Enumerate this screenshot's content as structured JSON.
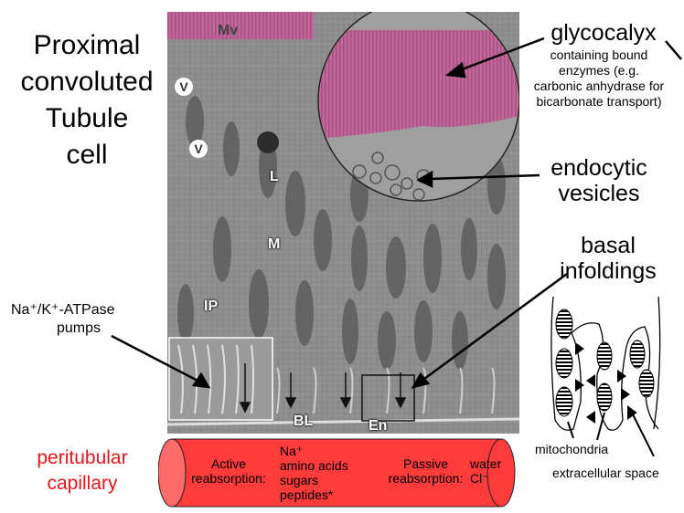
{
  "title": {
    "line1": "Proximal",
    "line2": "convoluted",
    "line3": "Tubule",
    "line4": "cell"
  },
  "micrograph_labels": {
    "mv": "Mv",
    "v1": "V",
    "v2": "V",
    "l": "L",
    "m": "M",
    "ip": "IP",
    "bl": "BL",
    "en": "En"
  },
  "callouts": {
    "glycocalyx_title": "glycocalyx",
    "glycocalyx_desc1": "containing bound",
    "glycocalyx_desc2": "enzymes (e.g.",
    "glycocalyx_desc3": "carbonic anhydrase for",
    "glycocalyx_desc4": "bicarbonate transport)",
    "endocytic1": "endocytic",
    "endocytic2": "vesicles",
    "basal1": "basal",
    "basal2": "infoldings",
    "pumps1": "Na⁺/K⁺-ATPase",
    "pumps2": "pumps"
  },
  "capillary": {
    "label1": "peritubular",
    "label2": "capillary",
    "active1": "Active",
    "active2": "reabsorption:",
    "solutes1": "Na⁺",
    "solutes2": "amino acids",
    "solutes3": "sugars",
    "solutes4": "peptides*",
    "passive1": "Passive",
    "passive2": "reabsorption:",
    "passive_solutes1": "water",
    "passive_solutes2": "Cl⁻"
  },
  "schematic": {
    "mito_label": "mitochondria",
    "extracellular_label": "extracellular space"
  },
  "colors": {
    "glycocalyx": "#c0689a",
    "capillary": "#ff3b3b",
    "capillary_text": "#e8141c"
  }
}
